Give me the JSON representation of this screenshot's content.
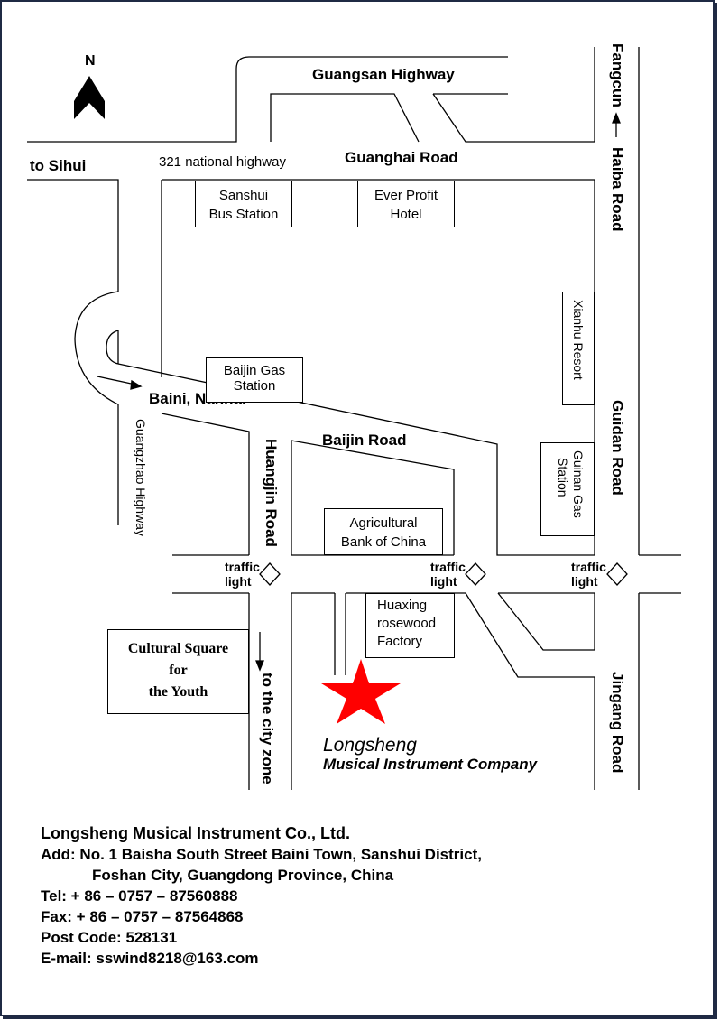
{
  "compass": {
    "label": "N",
    "icon": "north-arrow-icon"
  },
  "roads": {
    "guangsan_highway": "Guangsan Highway",
    "fangcun": "Fangcun",
    "haiba_road": "Haiba Road",
    "to_sihui": "to Sihui",
    "national_highway_321": "321 national highway",
    "guanghai_road": "Guanghai Road",
    "baini_nanhai": "Baini, Nanhai",
    "guangzhao_highway": "Guangzhao Highway",
    "huangjin_road": "Huangjin Road",
    "baijin_road": "Baijin Road",
    "guidan_road": "Guidan Road",
    "jingang_road": "Jingang Road",
    "to_city_zone": "to the city zone"
  },
  "landmarks": {
    "sanshui_bus": [
      "Sanshui",
      "Bus Station"
    ],
    "ever_profit": [
      "Ever Profit",
      "Hotel"
    ],
    "xianhu_resort": "Xianhu Resort",
    "baijin_gas": [
      "Baijin Gas",
      "Station"
    ],
    "guinan_gas": [
      "Guinan Gas",
      "Station"
    ],
    "agricultural_bank": [
      "Agricultural",
      "Bank of China"
    ],
    "huaxing": [
      "Huaxing",
      "rosewood",
      "Factory"
    ],
    "cultural_square": [
      "Cultural Square",
      "for",
      "the Youth"
    ]
  },
  "traffic_lights": [
    [
      "traffic",
      "light"
    ],
    [
      "traffic",
      "light"
    ],
    [
      "traffic",
      "light"
    ]
  ],
  "destination": {
    "name": "Longsheng",
    "subtitle": "Musical Instrument Company",
    "marker_color": "#ff0000",
    "icon": "star-icon"
  },
  "contact": {
    "company": "Longsheng Musical Instrument Co., Ltd.",
    "address_line1": "Add: No. 1 Baisha South Street Baini Town, Sanshui District,",
    "address_line2": "Foshan City, Guangdong Province, China",
    "tel": "Tel: + 86 – 0757 – 87560888",
    "fax": "Fax: + 86 – 0757 – 87564868",
    "post_code": "Post Code: 528131",
    "email": "E-mail: sswind8218@163.com"
  },
  "frame_color": "#1f2a44"
}
